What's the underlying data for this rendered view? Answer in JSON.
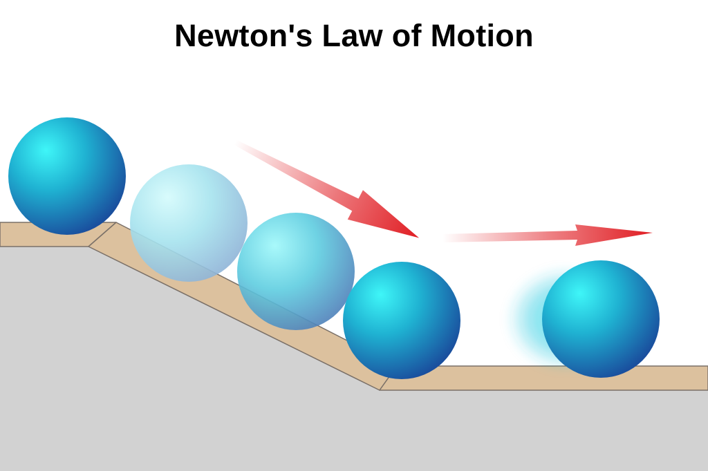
{
  "title": "Newton's Law of Motion",
  "colors": {
    "background": "#ffffff",
    "ground": "#d2d2d2",
    "track": "#dcc19e",
    "track_edge": "#7a7068",
    "ball_highlight": "#3ff6f8",
    "ball_mid": "#1fb2d2",
    "ball_shadow": "#1a4f9e",
    "arrow": "#e01d23"
  },
  "icons": {
    "ball": "sphere",
    "arrow": "motion-arrow"
  }
}
